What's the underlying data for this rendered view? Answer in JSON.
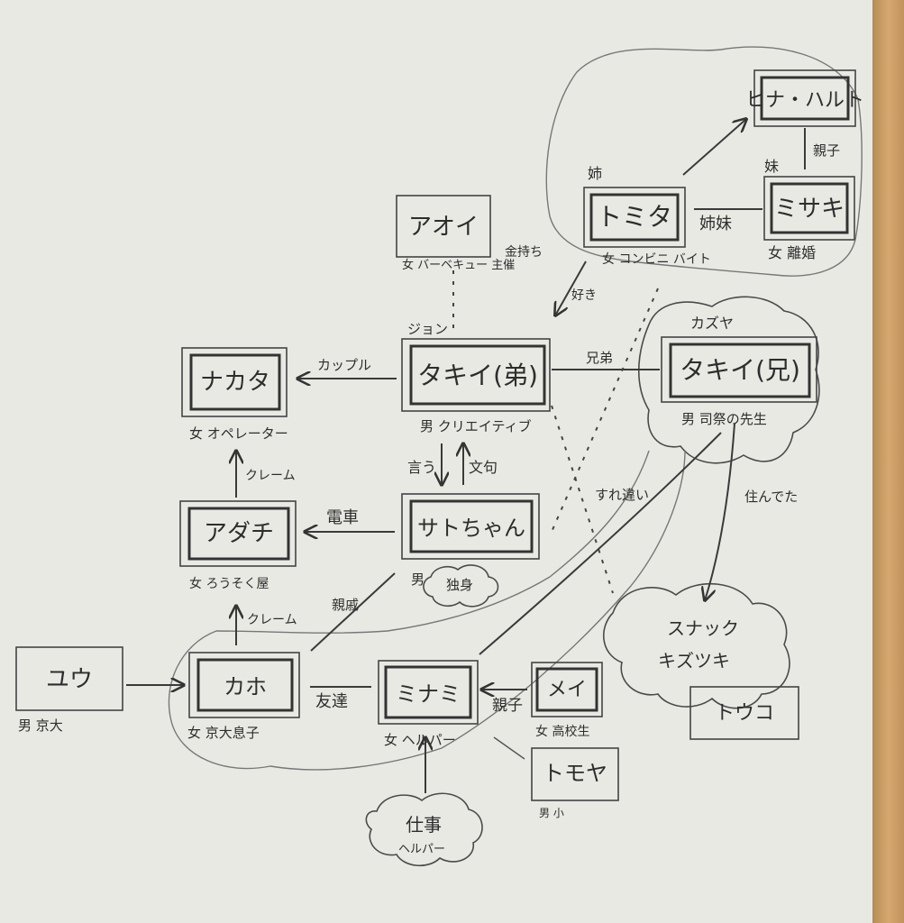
{
  "nodes": {
    "hina_haruto": {
      "name": "ヒナ・ハルト",
      "role": ""
    },
    "tomita": {
      "name": "トミタ",
      "role": "女 コンビニ バイト",
      "tag": "姉"
    },
    "misaki": {
      "name": "ミサキ",
      "role": "女 離婚",
      "tag": "妹"
    },
    "aoi": {
      "name": "アオイ",
      "role": "女 バーベキュー 主催"
    },
    "taki_younger": {
      "name": "タキイ(弟)",
      "role": "男 クリエイティブ",
      "tag": "ジョン"
    },
    "taki_elder": {
      "name": "タキイ(兄)",
      "role": "男 司祭の先生",
      "tag": "カズヤ"
    },
    "nakata": {
      "name": "ナカタ",
      "role": "女 オペレーター"
    },
    "adachi": {
      "name": "アダチ",
      "role": "女 ろうそく屋"
    },
    "sato": {
      "name": "サトちゃん",
      "role_prefix": "男",
      "role_cloud": "独身"
    },
    "yuu": {
      "name": "ユウ",
      "role": "男 京大"
    },
    "kaho": {
      "name": "カホ",
      "role": "女 京大息子"
    },
    "minami": {
      "name": "ミナミ",
      "role": "女 ヘルパー"
    },
    "mei": {
      "name": "メイ",
      "role": "女 高校生"
    },
    "tomoya": {
      "name": "トモヤ",
      "role": "男 小"
    },
    "touko": {
      "name": "トウコ",
      "role": ""
    }
  },
  "edges": {
    "oyako_top": "親子",
    "shimai": "姉妹",
    "kanemochi": "金持ち",
    "suki": "好き",
    "kyoudai": "兄弟",
    "couple": "カップル",
    "kurenmu_1": "クレーム",
    "kurenmu_2": "クレーム",
    "densha": "電車",
    "iu": "言う",
    "monku": "文句",
    "sunde_ta": "住んでた",
    "suremigai": "すれ違い",
    "shinseki": "親戚",
    "tomodachi": "友達",
    "oyako_bottom": "親子"
  },
  "clouds": {
    "snack": "スナック\nキズツキ",
    "snack_line1": "スナック",
    "snack_line2": "キズツキ",
    "shigoto_line1": "仕事",
    "shigoto_line2": "ヘルパー"
  }
}
